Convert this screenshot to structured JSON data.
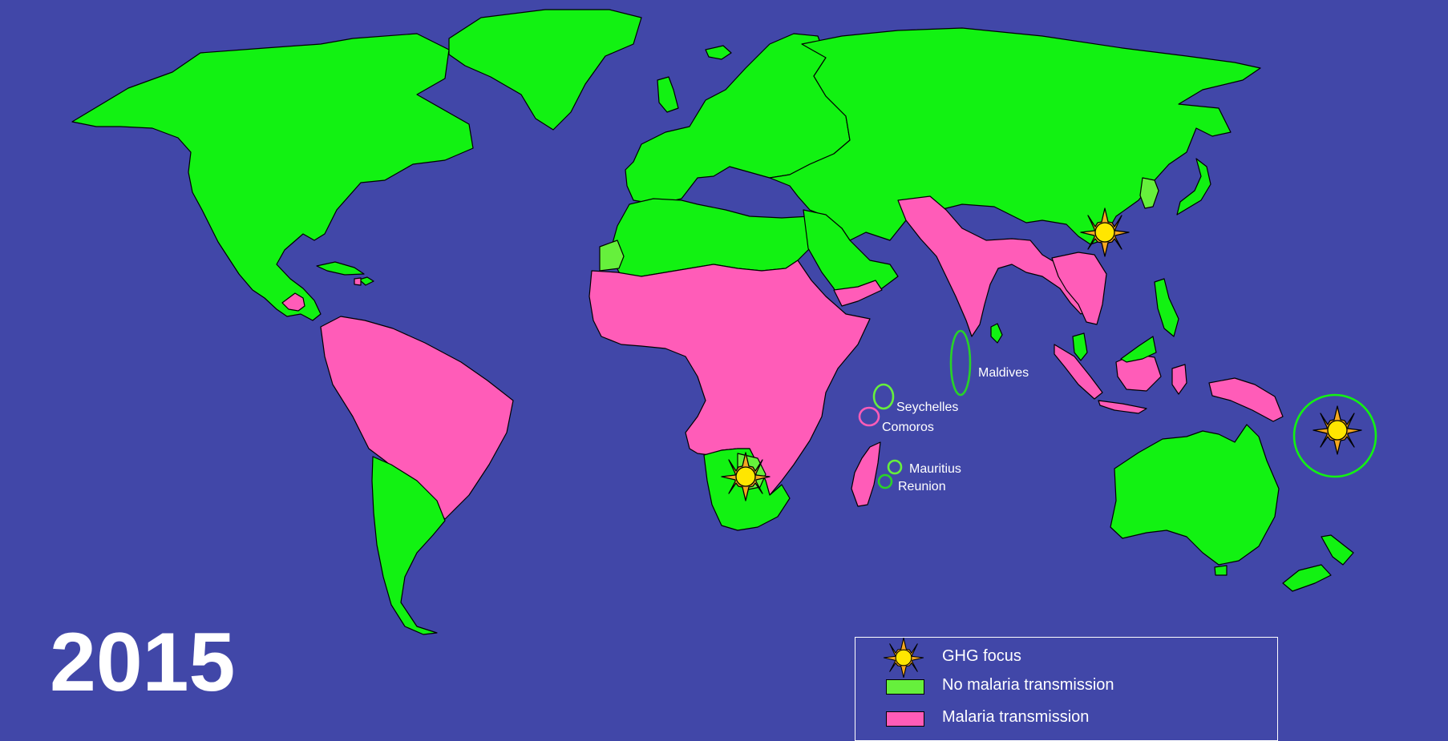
{
  "year": "2015",
  "labels": {
    "maldives": "Maldives",
    "seychelles": "Seychelles",
    "comoros": "Comoros",
    "mauritius": "Mauritius",
    "reunion": "Reunion"
  },
  "legend": {
    "focus": "GHG focus",
    "no_malaria": "No malaria transmission",
    "malaria": "Malaria transmission"
  },
  "colors": {
    "ocean": "#4147A8",
    "no_malaria": "#12F212",
    "no_malaria_eliminated": "#66F03C",
    "malaria": "#FF5CB8",
    "focus_sun": "#FFE600"
  },
  "icons": [
    "sun-icon"
  ]
}
